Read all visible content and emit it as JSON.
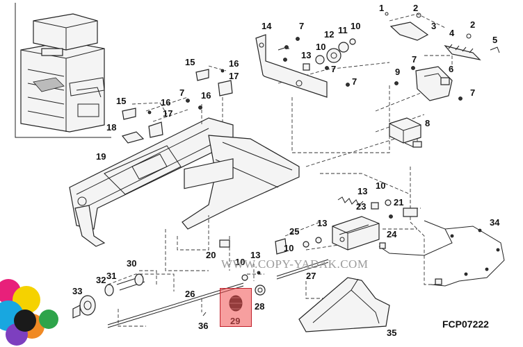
{
  "diagram": {
    "figure_code": "FCP07222",
    "watermark": "WWW.COPY-YADAK.COM",
    "highlighted_part": "29",
    "callouts": [
      {
        "id": "c1",
        "text": "1"
      },
      {
        "id": "c2a",
        "text": "2"
      },
      {
        "id": "c2b",
        "text": "2"
      },
      {
        "id": "c3",
        "text": "3"
      },
      {
        "id": "c4",
        "text": "4"
      },
      {
        "id": "c5",
        "text": "5"
      },
      {
        "id": "c6",
        "text": "6"
      },
      {
        "id": "c7a",
        "text": "7"
      },
      {
        "id": "c7b",
        "text": "7"
      },
      {
        "id": "c7c",
        "text": "7"
      },
      {
        "id": "c7d",
        "text": "7"
      },
      {
        "id": "c7e",
        "text": "7"
      },
      {
        "id": "c7f",
        "text": "7"
      },
      {
        "id": "c8",
        "text": "8"
      },
      {
        "id": "c9",
        "text": "9"
      },
      {
        "id": "c10a",
        "text": "10"
      },
      {
        "id": "c10b",
        "text": "10"
      },
      {
        "id": "c10c",
        "text": "10"
      },
      {
        "id": "c10d",
        "text": "10"
      },
      {
        "id": "c10e",
        "text": "10"
      },
      {
        "id": "c11",
        "text": "11"
      },
      {
        "id": "c12",
        "text": "12"
      },
      {
        "id": "c13a",
        "text": "13"
      },
      {
        "id": "c13b",
        "text": "13"
      },
      {
        "id": "c13c",
        "text": "13"
      },
      {
        "id": "c13d",
        "text": "13"
      },
      {
        "id": "c14",
        "text": "14"
      },
      {
        "id": "c15a",
        "text": "15"
      },
      {
        "id": "c15b",
        "text": "15"
      },
      {
        "id": "c16a",
        "text": "16"
      },
      {
        "id": "c16b",
        "text": "16"
      },
      {
        "id": "c16c",
        "text": "16"
      },
      {
        "id": "c17a",
        "text": "17"
      },
      {
        "id": "c17b",
        "text": "17"
      },
      {
        "id": "c18",
        "text": "18"
      },
      {
        "id": "c19",
        "text": "19"
      },
      {
        "id": "c20",
        "text": "20"
      },
      {
        "id": "c21",
        "text": "21"
      },
      {
        "id": "c23",
        "text": "23"
      },
      {
        "id": "c24",
        "text": "24"
      },
      {
        "id": "c25",
        "text": "25"
      },
      {
        "id": "c26",
        "text": "26"
      },
      {
        "id": "c27",
        "text": "27"
      },
      {
        "id": "c28",
        "text": "28"
      },
      {
        "id": "c29",
        "text": "29"
      },
      {
        "id": "c30",
        "text": "30"
      },
      {
        "id": "c31",
        "text": "31"
      },
      {
        "id": "c32",
        "text": "32"
      },
      {
        "id": "c33",
        "text": "33"
      },
      {
        "id": "c34",
        "text": "34"
      },
      {
        "id": "c35",
        "text": "35"
      },
      {
        "id": "c36",
        "text": "36"
      }
    ]
  }
}
